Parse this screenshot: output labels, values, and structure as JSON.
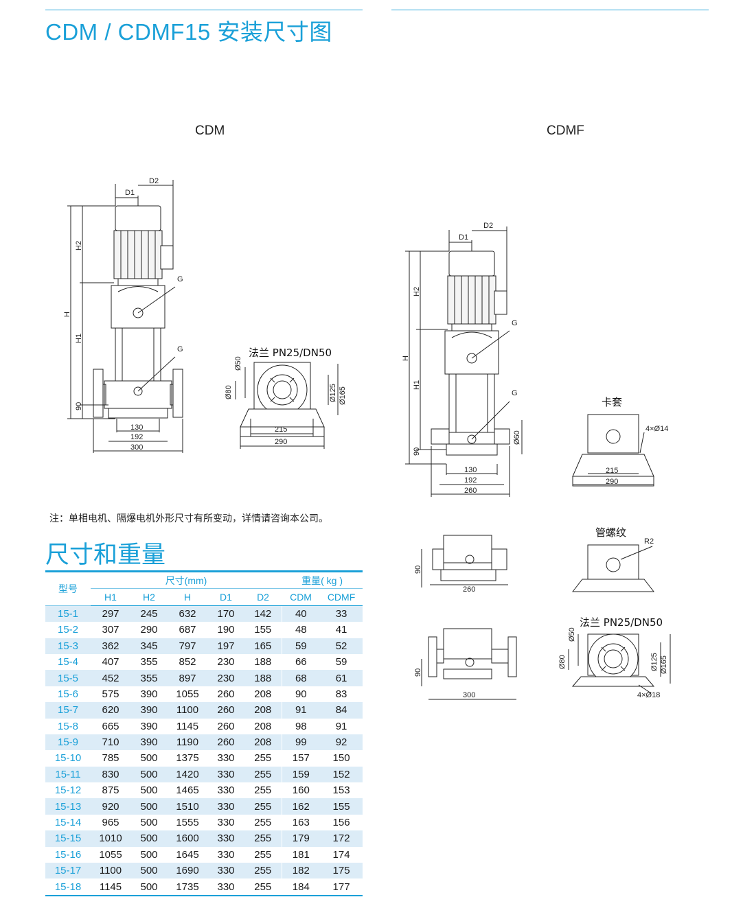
{
  "title": "CDM / CDMF15 安装尺寸图",
  "captions": {
    "cdm": "CDM",
    "cdmf": "CDMF"
  },
  "labels": {
    "flange_cdm": "法兰 PN25/DN50",
    "flange_cdmf": "法兰 PN25/DN50",
    "clamp": "卡套",
    "pipe_thread": "管螺纹"
  },
  "dims": {
    "d1": "D1",
    "d2": "D2",
    "h": "H",
    "h1": "H1",
    "h2": "H2",
    "g": "G",
    "n90": "90",
    "n130": "130",
    "n192": "192",
    "n300": "300",
    "n260": "260",
    "n215": "215",
    "n290": "290",
    "phi50": "Ø50",
    "phi80": "Ø80",
    "phi125": "Ø125",
    "phi165": "Ø165",
    "phi60": "Ø60",
    "holes14": "4×Ø14",
    "holes18": "4×Ø18",
    "r2": "R2"
  },
  "note": "注：单相电机、隔爆电机外形尺寸有所变动，详情请咨询本公司。",
  "section_title": "尺寸和重量",
  "table": {
    "model_header": "型号",
    "size_header": "尺寸(mm)",
    "weight_header": "重量( kg )",
    "cols": [
      "H1",
      "H2",
      "H",
      "D1",
      "D2",
      "CDM",
      "CDMF"
    ],
    "rows": [
      [
        "15-1",
        "297",
        "245",
        "632",
        "170",
        "142",
        "40",
        "33"
      ],
      [
        "15-2",
        "307",
        "290",
        "687",
        "190",
        "155",
        "48",
        "41"
      ],
      [
        "15-3",
        "362",
        "345",
        "797",
        "197",
        "165",
        "59",
        "52"
      ],
      [
        "15-4",
        "407",
        "355",
        "852",
        "230",
        "188",
        "66",
        "59"
      ],
      [
        "15-5",
        "452",
        "355",
        "897",
        "230",
        "188",
        "68",
        "61"
      ],
      [
        "15-6",
        "575",
        "390",
        "1055",
        "260",
        "208",
        "90",
        "83"
      ],
      [
        "15-7",
        "620",
        "390",
        "1100",
        "260",
        "208",
        "91",
        "84"
      ],
      [
        "15-8",
        "665",
        "390",
        "1145",
        "260",
        "208",
        "98",
        "91"
      ],
      [
        "15-9",
        "710",
        "390",
        "1190",
        "260",
        "208",
        "99",
        "92"
      ],
      [
        "15-10",
        "785",
        "500",
        "1375",
        "330",
        "255",
        "157",
        "150"
      ],
      [
        "15-11",
        "830",
        "500",
        "1420",
        "330",
        "255",
        "159",
        "152"
      ],
      [
        "15-12",
        "875",
        "500",
        "1465",
        "330",
        "255",
        "160",
        "153"
      ],
      [
        "15-13",
        "920",
        "500",
        "1510",
        "330",
        "255",
        "162",
        "155"
      ],
      [
        "15-14",
        "965",
        "500",
        "1555",
        "330",
        "255",
        "163",
        "156"
      ],
      [
        "15-15",
        "1010",
        "500",
        "1600",
        "330",
        "255",
        "179",
        "172"
      ],
      [
        "15-16",
        "1055",
        "500",
        "1645",
        "330",
        "255",
        "181",
        "174"
      ],
      [
        "15-17",
        "1100",
        "500",
        "1690",
        "330",
        "255",
        "182",
        "175"
      ],
      [
        "15-18",
        "1145",
        "500",
        "1735",
        "330",
        "255",
        "184",
        "177"
      ]
    ]
  }
}
